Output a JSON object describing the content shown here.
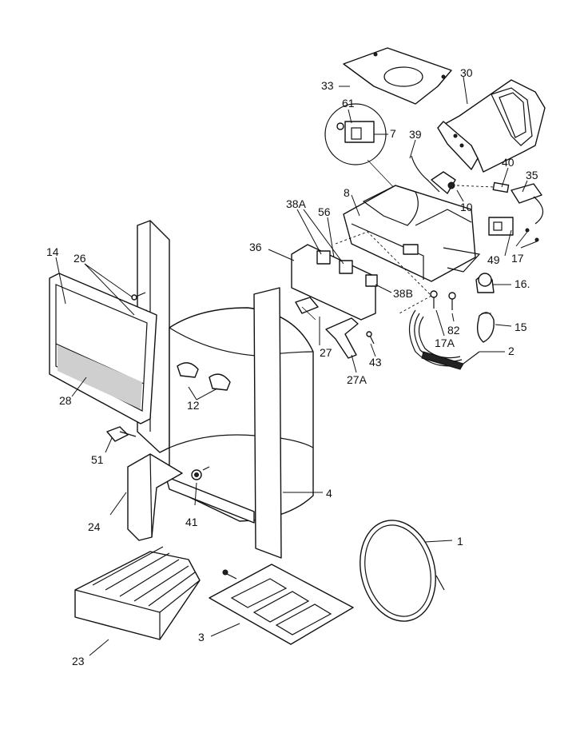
{
  "diagram": {
    "callouts": [
      {
        "id": "c1",
        "text": "1"
      },
      {
        "id": "c2",
        "text": "2"
      },
      {
        "id": "c3",
        "text": "3"
      },
      {
        "id": "c4",
        "text": "4"
      },
      {
        "id": "c7",
        "text": "7"
      },
      {
        "id": "c8",
        "text": "8"
      },
      {
        "id": "c10",
        "text": "10"
      },
      {
        "id": "c12",
        "text": "12"
      },
      {
        "id": "c14",
        "text": "14"
      },
      {
        "id": "c15",
        "text": "15"
      },
      {
        "id": "c16",
        "text": "16."
      },
      {
        "id": "c17",
        "text": "17"
      },
      {
        "id": "c17A",
        "text": "17A"
      },
      {
        "id": "c23",
        "text": "23"
      },
      {
        "id": "c24",
        "text": "24"
      },
      {
        "id": "c26",
        "text": "26"
      },
      {
        "id": "c27",
        "text": "27"
      },
      {
        "id": "c27A",
        "text": "27A"
      },
      {
        "id": "c28",
        "text": "28"
      },
      {
        "id": "c30",
        "text": "30"
      },
      {
        "id": "c33",
        "text": "33"
      },
      {
        "id": "c35",
        "text": "35"
      },
      {
        "id": "c36",
        "text": "36"
      },
      {
        "id": "c38A",
        "text": "38A"
      },
      {
        "id": "c38B",
        "text": "38B"
      },
      {
        "id": "c39",
        "text": "39"
      },
      {
        "id": "c40",
        "text": "40"
      },
      {
        "id": "c41",
        "text": "41"
      },
      {
        "id": "c43",
        "text": "43"
      },
      {
        "id": "c49",
        "text": "49"
      },
      {
        "id": "c51",
        "text": "51"
      },
      {
        "id": "c56",
        "text": "56"
      },
      {
        "id": "c61",
        "text": "61"
      },
      {
        "id": "c82",
        "text": "82"
      }
    ]
  }
}
